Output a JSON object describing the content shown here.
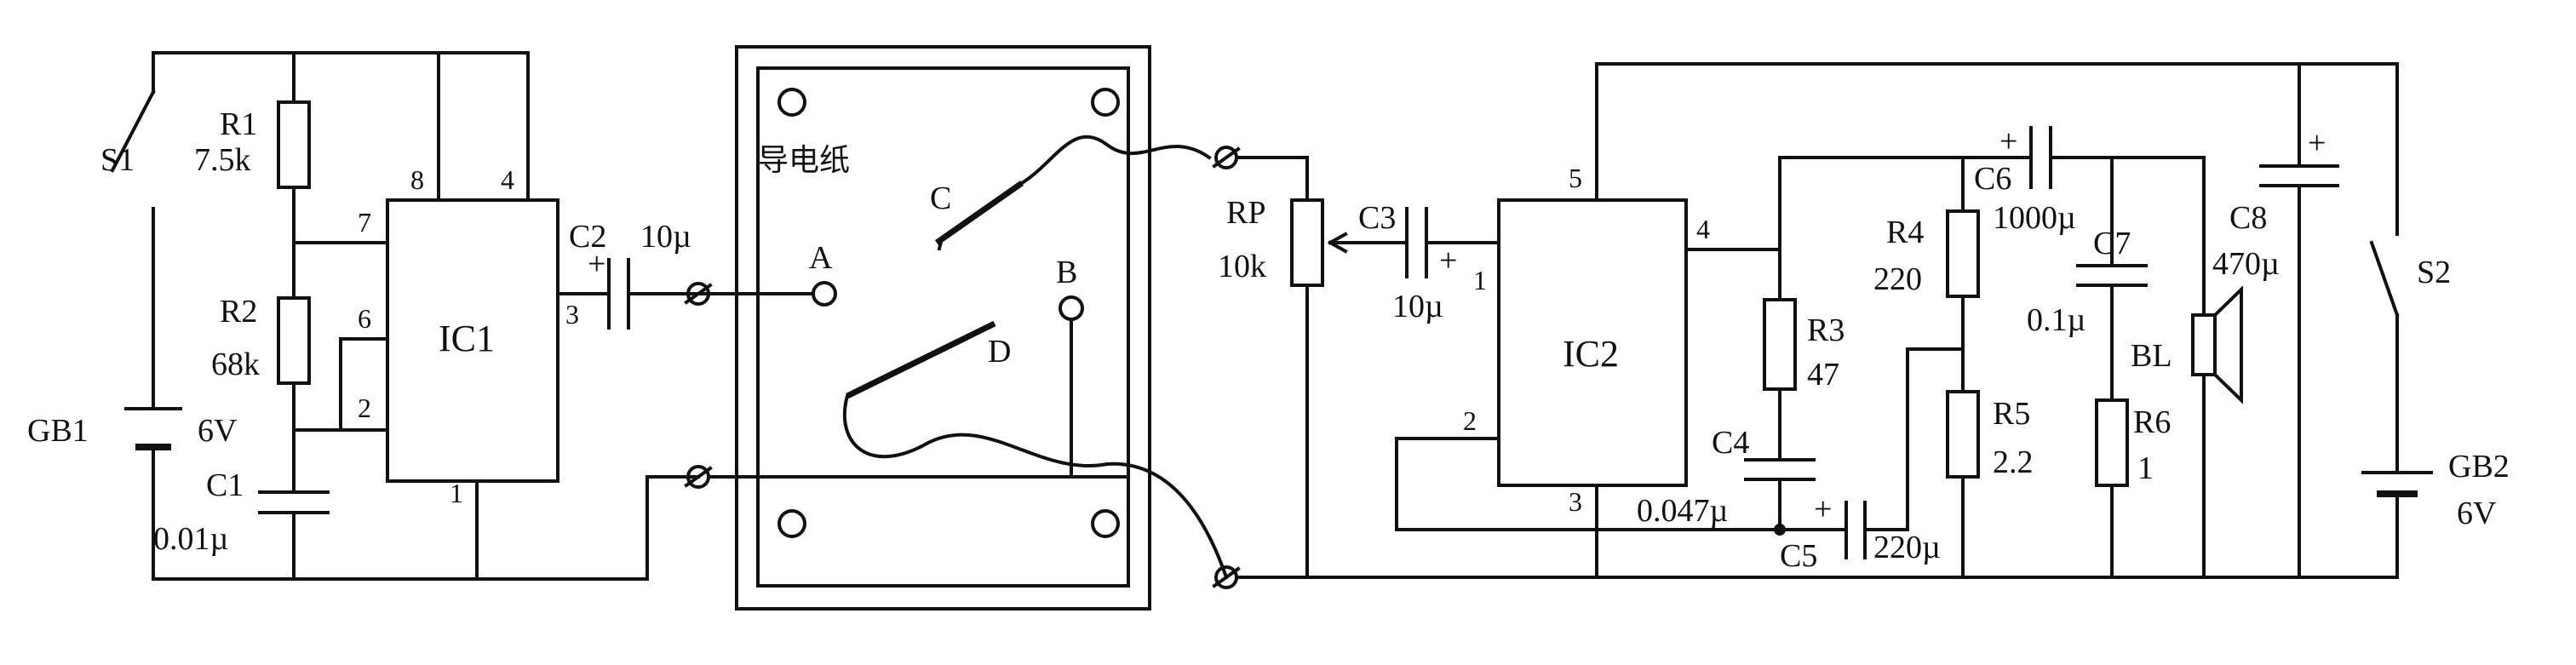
{
  "circuit": {
    "labels": {
      "s1": "S1",
      "r1": "R1",
      "r1_val": "7.5k",
      "r2": "R2",
      "r2_val": "68k",
      "gb1": "GB1",
      "gb1_val": "6V",
      "c1": "C1",
      "c1_val": "0.01µ",
      "ic1": "IC1",
      "c2": "C2",
      "c2_val": "10µ",
      "paper": "导电纸",
      "a": "A",
      "b": "B",
      "c": "C",
      "d": "D",
      "rp": "RP",
      "rp_val": "10k",
      "c3": "C3",
      "c3_val": "10µ",
      "ic2": "IC2",
      "r3": "R3",
      "r3_val": "47",
      "c4": "C4",
      "c4_val": "0.047µ",
      "c5": "C5",
      "c5_val": "220µ",
      "r4": "R4",
      "r4_val": "220",
      "c6": "C6",
      "c6_val": "1000µ",
      "r5": "R5",
      "r5_val": "2.2",
      "c7": "C7",
      "c7_val": "0.1µ",
      "r6": "R6",
      "r6_val": "1",
      "bl": "BL",
      "c8": "C8",
      "c8_val": "470µ",
      "s2": "S2",
      "gb2": "GB2",
      "gb2_val": "6V",
      "plus": "+"
    },
    "ic1_pins": {
      "p8": "8",
      "p4": "4",
      "p7": "7",
      "p6": "6",
      "p2": "2",
      "p3": "3",
      "p1": "1"
    },
    "ic2_pins": {
      "p5": "5",
      "p4": "4",
      "p1": "1",
      "p2": "2",
      "p3": "3"
    }
  }
}
